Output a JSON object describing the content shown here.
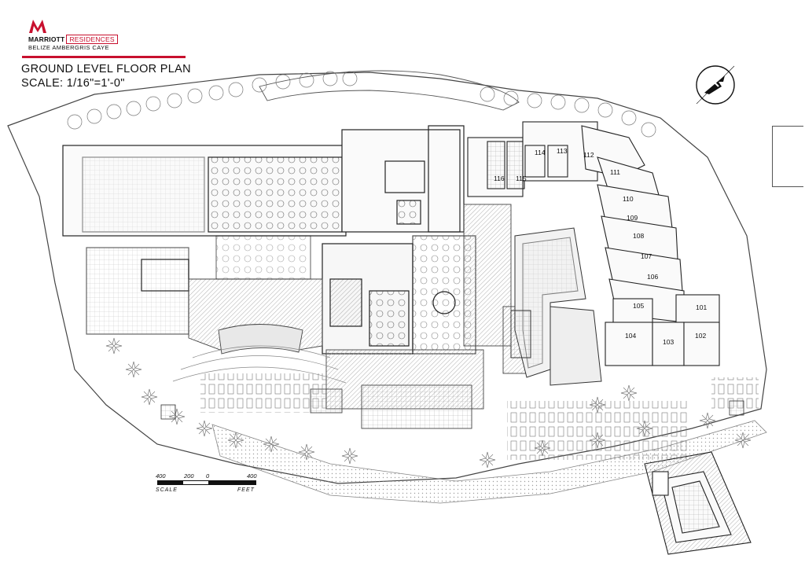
{
  "header": {
    "brand_name": "MARRIOTT",
    "brand_suffix": "RESIDENCES",
    "location": "BELIZE AMBERGRIS CAYE",
    "title": "GROUND LEVEL FLOOR PLAN",
    "scale": "SCALE: 1/16\"=1'-0\""
  },
  "scale_bar": {
    "labels": [
      "400",
      "200",
      "0",
      "400"
    ],
    "left_caption": "SCALE",
    "right_caption": "FEET"
  },
  "rooms": [
    "114",
    "113",
    "112",
    "111",
    "116",
    "115",
    "110",
    "109",
    "108",
    "107",
    "106",
    "105",
    "101",
    "104",
    "103",
    "102"
  ],
  "colors": {
    "brand_red": "#c8102e",
    "line": "#333333",
    "hatch": "#888888"
  },
  "icons": {
    "north_arrow": "north-arrow-icon",
    "logo": "marriott-logo-icon"
  }
}
